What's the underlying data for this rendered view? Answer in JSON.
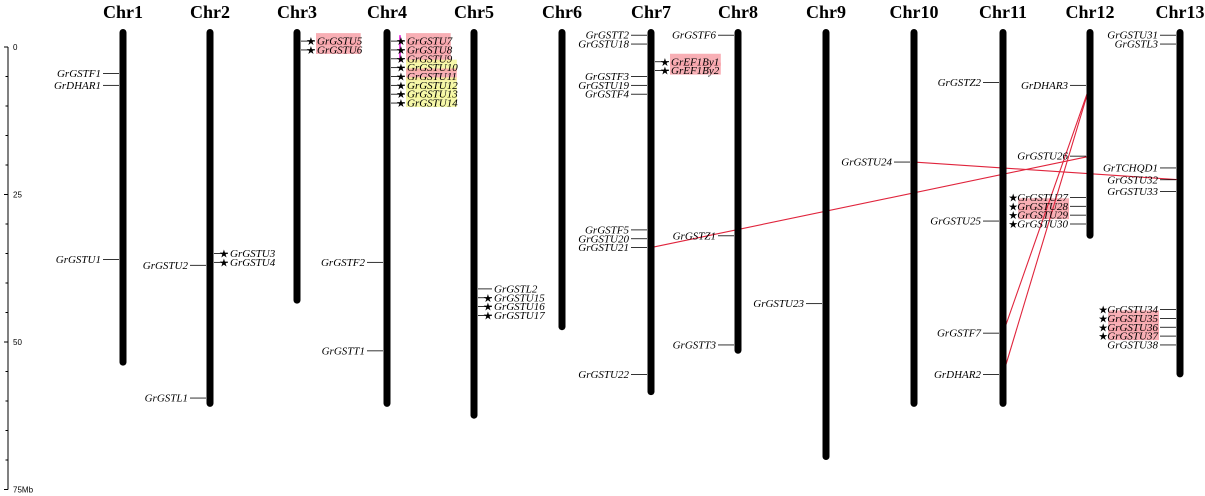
{
  "chromosomes": [
    {
      "name": "Chr1",
      "length": 54
    },
    {
      "name": "Chr2",
      "length": 61
    },
    {
      "name": "Chr3",
      "length": 43.5
    },
    {
      "name": "Chr4",
      "length": 61
    },
    {
      "name": "Chr5",
      "length": 63
    },
    {
      "name": "Chr6",
      "length": 48
    },
    {
      "name": "Chr7",
      "length": 59
    },
    {
      "name": "Chr8",
      "length": 52
    },
    {
      "name": "Chr9",
      "length": 70
    },
    {
      "name": "Chr10",
      "length": 61
    },
    {
      "name": "Chr11",
      "length": 61
    },
    {
      "name": "Chr12",
      "length": 32.5
    },
    {
      "name": "Chr13",
      "length": 56
    }
  ],
  "scale": {
    "ticks": [
      "0",
      "25",
      "50",
      "75Mb"
    ]
  },
  "colors": {
    "chromosome": "#000000",
    "link": "#e0243c",
    "highlight_red": "#f7a1a8",
    "highlight_yellow": "#f4f79a",
    "highlight_magenta": "#e64adb"
  },
  "genes": [
    {
      "name": "GrGSTF1",
      "chr": "Chr1",
      "side": "left",
      "pos": 4.5
    },
    {
      "name": "GrDHAR1",
      "chr": "Chr1",
      "side": "left",
      "pos": 6.5
    },
    {
      "name": "GrGSTU1",
      "chr": "Chr1",
      "side": "left",
      "pos": 36.0
    },
    {
      "name": "GrGSTU2",
      "chr": "Chr2",
      "side": "left",
      "pos": 37.0
    },
    {
      "name": "GrGSTL1",
      "chr": "Chr2",
      "side": "left",
      "pos": 59.5
    },
    {
      "name": "GrGSTU3",
      "chr": "Chr2",
      "side": "right",
      "pos": 35.0,
      "star": true
    },
    {
      "name": "GrGSTU4",
      "chr": "Chr2",
      "side": "right",
      "pos": 36.5,
      "star": true
    },
    {
      "name": "GrGSTU5",
      "chr": "Chr3",
      "side": "right",
      "pos": -1.0,
      "star": true,
      "highlight": "red"
    },
    {
      "name": "GrGSTU6",
      "chr": "Chr3",
      "side": "right",
      "pos": 0.5,
      "star": true,
      "highlight": "red"
    },
    {
      "name": "GrGSTF2",
      "chr": "Chr4",
      "side": "left",
      "pos": 36.5
    },
    {
      "name": "GrGSTT1",
      "chr": "Chr4",
      "side": "left",
      "pos": 51.5
    },
    {
      "name": "GrGSTU7",
      "chr": "Chr4",
      "side": "right",
      "pos": -1.0,
      "star": true,
      "highlight": "red"
    },
    {
      "name": "GrGSTU8",
      "chr": "Chr4",
      "side": "right",
      "pos": 0.5,
      "star": true,
      "highlight": "red"
    },
    {
      "name": "GrGSTU9",
      "chr": "Chr4",
      "side": "right",
      "pos": 2.0,
      "star": true,
      "highlight": "red"
    },
    {
      "name": "GrGSTU10",
      "chr": "Chr4",
      "side": "right",
      "pos": 3.5,
      "star": true,
      "highlight": "yellow"
    },
    {
      "name": "GrGSTU11",
      "chr": "Chr4",
      "side": "right",
      "pos": 5.0,
      "star": true,
      "highlight": "red"
    },
    {
      "name": "GrGSTU12",
      "chr": "Chr4",
      "side": "right",
      "pos": 6.5,
      "star": true,
      "highlight": "yellow"
    },
    {
      "name": "GrGSTU13",
      "chr": "Chr4",
      "side": "right",
      "pos": 8.0,
      "star": true,
      "highlight": "yellow"
    },
    {
      "name": "GrGSTU14",
      "chr": "Chr4",
      "side": "right",
      "pos": 9.5,
      "star": true,
      "highlight": "yellow"
    },
    {
      "name": "GrGSTL2",
      "chr": "Chr5",
      "side": "right",
      "pos": 41.0
    },
    {
      "name": "GrGSTU15",
      "chr": "Chr5",
      "side": "right",
      "pos": 42.5,
      "star": true
    },
    {
      "name": "GrGSTU16",
      "chr": "Chr5",
      "side": "right",
      "pos": 44.0,
      "star": true
    },
    {
      "name": "GrGSTU17",
      "chr": "Chr5",
      "side": "right",
      "pos": 45.5,
      "star": true
    },
    {
      "name": "GrGSTT2",
      "chr": "Chr7",
      "side": "left",
      "pos": -2.0
    },
    {
      "name": "GrGSTU18",
      "chr": "Chr7",
      "side": "left",
      "pos": -0.5
    },
    {
      "name": "GrGSTF3",
      "chr": "Chr7",
      "side": "left",
      "pos": 5.0
    },
    {
      "name": "GrGSTU19",
      "chr": "Chr7",
      "side": "left",
      "pos": 6.5
    },
    {
      "name": "GrGSTF4",
      "chr": "Chr7",
      "side": "left",
      "pos": 8.0
    },
    {
      "name": "GrGSTF5",
      "chr": "Chr7",
      "side": "left",
      "pos": 31.0
    },
    {
      "name": "GrGSTU20",
      "chr": "Chr7",
      "side": "left",
      "pos": 32.5
    },
    {
      "name": "GrGSTU21",
      "chr": "Chr7",
      "side": "left",
      "pos": 34.0
    },
    {
      "name": "GrGSTU22",
      "chr": "Chr7",
      "side": "left",
      "pos": 55.5
    },
    {
      "name": "GrEF1By1",
      "chr": "Chr7",
      "side": "right",
      "pos": 2.5,
      "star": true,
      "highlight": "red"
    },
    {
      "name": "GrEF1By2",
      "chr": "Chr7",
      "side": "right",
      "pos": 4.0,
      "star": true,
      "highlight": "red"
    },
    {
      "name": "GrGSTF6",
      "chr": "Chr8",
      "side": "left",
      "pos": -2.0
    },
    {
      "name": "GrGSTZ1",
      "chr": "Chr8",
      "side": "left",
      "pos": 32.0
    },
    {
      "name": "GrGSTT3",
      "chr": "Chr8",
      "side": "left",
      "pos": 50.5
    },
    {
      "name": "GrGSTU23",
      "chr": "Chr9",
      "side": "left",
      "pos": 43.5
    },
    {
      "name": "GrGSTU24",
      "chr": "Chr10",
      "side": "left",
      "pos": 19.5
    },
    {
      "name": "GrGSTZ2",
      "chr": "Chr11",
      "side": "left",
      "pos": 6.0
    },
    {
      "name": "GrGSTU25",
      "chr": "Chr11",
      "side": "left",
      "pos": 29.5
    },
    {
      "name": "GrGSTF7",
      "chr": "Chr11",
      "side": "left",
      "pos": 48.5
    },
    {
      "name": "GrDHAR2",
      "chr": "Chr11",
      "side": "left",
      "pos": 55.5
    },
    {
      "name": "GrDHAR3",
      "chr": "Chr12",
      "side": "left",
      "pos": 6.5
    },
    {
      "name": "GrGSTU26",
      "chr": "Chr12",
      "side": "left",
      "pos": 18.5
    },
    {
      "name": "GrGSTU27",
      "chr": "Chr12",
      "side": "left",
      "pos": 25.5,
      "star": true
    },
    {
      "name": "GrGSTU28",
      "chr": "Chr12",
      "side": "left",
      "pos": 27.0,
      "star": true,
      "highlight": "red"
    },
    {
      "name": "GrGSTU29",
      "chr": "Chr12",
      "side": "left",
      "pos": 28.5,
      "star": true,
      "highlight": "red"
    },
    {
      "name": "GrGSTU30",
      "chr": "Chr12",
      "side": "left",
      "pos": 30.0,
      "star": true
    },
    {
      "name": "GrGSTU31",
      "chr": "Chr13",
      "side": "left",
      "pos": -2.0
    },
    {
      "name": "GrGSTL3",
      "chr": "Chr13",
      "side": "left",
      "pos": -0.5
    },
    {
      "name": "GrTCHQD1",
      "chr": "Chr13",
      "side": "left",
      "pos": 20.5
    },
    {
      "name": "GrGSTU32",
      "chr": "Chr13",
      "side": "left",
      "pos": 22.5
    },
    {
      "name": "GrGSTU33",
      "chr": "Chr13",
      "side": "left",
      "pos": 24.5
    },
    {
      "name": "GrGSTU34",
      "chr": "Chr13",
      "side": "left",
      "pos": 44.5,
      "star": true
    },
    {
      "name": "GrGSTU35",
      "chr": "Chr13",
      "side": "left",
      "pos": 46.0,
      "star": true,
      "highlight": "red"
    },
    {
      "name": "GrGSTU36",
      "chr": "Chr13",
      "side": "left",
      "pos": 47.5,
      "star": true,
      "highlight": "red"
    },
    {
      "name": "GrGSTU37",
      "chr": "Chr13",
      "side": "left",
      "pos": 49.0,
      "star": true,
      "highlight": "red"
    },
    {
      "name": "GrGSTU38",
      "chr": "Chr13",
      "side": "left",
      "pos": 50.5
    }
  ],
  "links": [
    {
      "from": {
        "chr": "Chr7",
        "pos": 34.0
      },
      "to": {
        "chr": "Chr12",
        "pos": 18.5
      }
    },
    {
      "from": {
        "chr": "Chr10",
        "pos": 19.5
      },
      "to": {
        "chr": "Chr13",
        "pos": 22.5
      }
    },
    {
      "from": {
        "chr": "Chr11",
        "pos": 48.5
      },
      "to": {
        "chr": "Chr12",
        "pos": 6.5
      }
    },
    {
      "from": {
        "chr": "Chr11",
        "pos": 55.5
      },
      "to": {
        "chr": "Chr12",
        "pos": 6.5
      }
    }
  ]
}
